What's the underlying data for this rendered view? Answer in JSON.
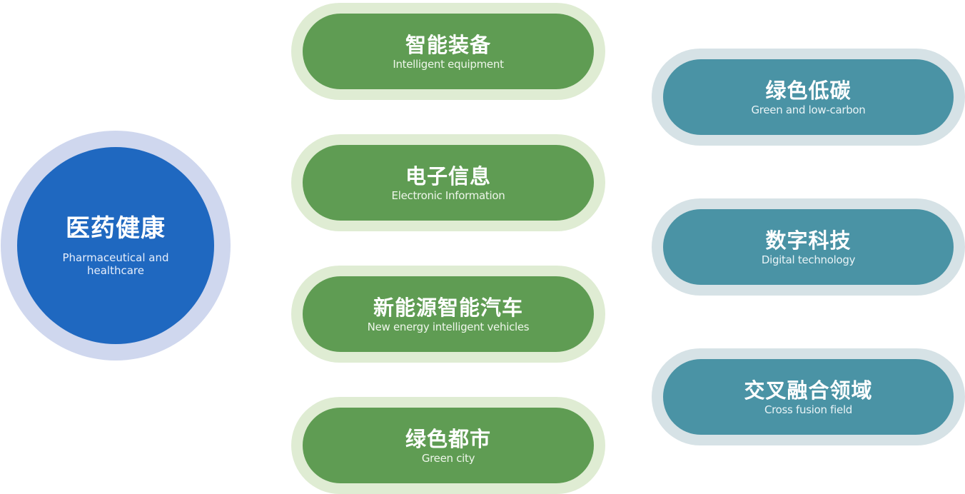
{
  "center": {
    "title": "医药健康",
    "subtitle": "Pharmaceutical and healthcare"
  },
  "green_items": [
    {
      "title": "智能装备",
      "subtitle": "Intelligent equipment"
    },
    {
      "title": "电子信息",
      "subtitle": "Electronic Information"
    },
    {
      "title": "新能源智能汽车",
      "subtitle": "New energy intelligent vehicles"
    },
    {
      "title": "绿色都市",
      "subtitle": "Green city"
    }
  ],
  "teal_items": [
    {
      "title": "绿色低碳",
      "subtitle": "Green and low-carbon"
    },
    {
      "title": "数字科技",
      "subtitle": "Digital technology"
    },
    {
      "title": "交叉融合领域",
      "subtitle": "Cross fusion field"
    }
  ],
  "colors": {
    "circle": "#1f68c0",
    "circle_ring": "#cfd7ee",
    "green": "#5f9c53",
    "green_ring": "#dfecd3",
    "teal": "#4a93a5",
    "teal_ring": "#d6e2e6"
  }
}
